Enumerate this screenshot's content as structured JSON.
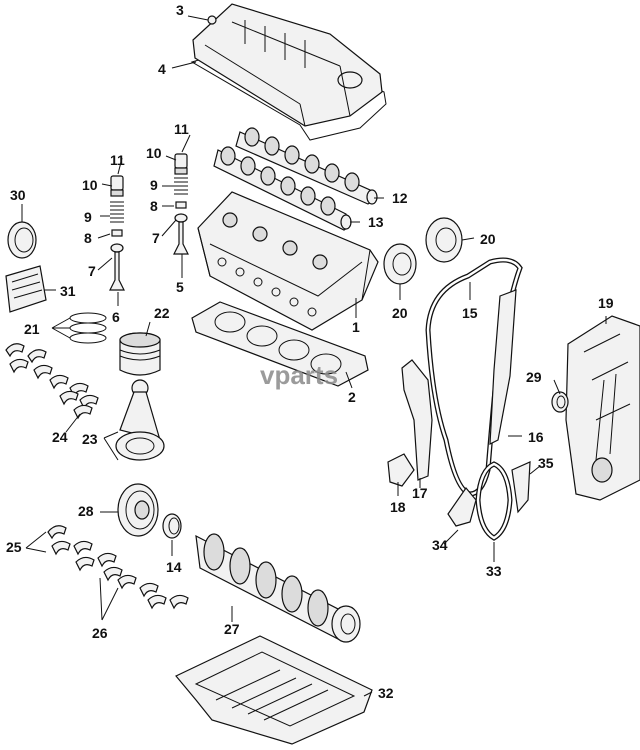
{
  "watermark": "vparts",
  "callouts": [
    {
      "id": "c3",
      "text": "3"
    },
    {
      "id": "c4",
      "text": "4"
    },
    {
      "id": "c11a",
      "text": "11"
    },
    {
      "id": "c11b",
      "text": "11"
    },
    {
      "id": "c10a",
      "text": "10"
    },
    {
      "id": "c10b",
      "text": "10"
    },
    {
      "id": "c9a",
      "text": "9"
    },
    {
      "id": "c9b",
      "text": "9"
    },
    {
      "id": "c8a",
      "text": "8"
    },
    {
      "id": "c8b",
      "text": "8"
    },
    {
      "id": "c7a",
      "text": "7"
    },
    {
      "id": "c7b",
      "text": "7"
    },
    {
      "id": "c12",
      "text": "12"
    },
    {
      "id": "c13",
      "text": "13"
    },
    {
      "id": "c30",
      "text": "30"
    },
    {
      "id": "c31",
      "text": "31"
    },
    {
      "id": "c6",
      "text": "6"
    },
    {
      "id": "c5",
      "text": "5"
    },
    {
      "id": "c20a",
      "text": "20"
    },
    {
      "id": "c20b",
      "text": "20"
    },
    {
      "id": "c15",
      "text": "15"
    },
    {
      "id": "c19",
      "text": "19"
    },
    {
      "id": "c1",
      "text": "1"
    },
    {
      "id": "c21",
      "text": "21"
    },
    {
      "id": "c22",
      "text": "22"
    },
    {
      "id": "c2",
      "text": "2"
    },
    {
      "id": "c29",
      "text": "29"
    },
    {
      "id": "c16",
      "text": "16"
    },
    {
      "id": "c24",
      "text": "24"
    },
    {
      "id": "c23",
      "text": "23"
    },
    {
      "id": "c35",
      "text": "35"
    },
    {
      "id": "c18",
      "text": "18"
    },
    {
      "id": "c17",
      "text": "17"
    },
    {
      "id": "c28",
      "text": "28"
    },
    {
      "id": "c34",
      "text": "34"
    },
    {
      "id": "c25",
      "text": "25"
    },
    {
      "id": "c14",
      "text": "14"
    },
    {
      "id": "c33",
      "text": "33"
    },
    {
      "id": "c26",
      "text": "26"
    },
    {
      "id": "c27",
      "text": "27"
    },
    {
      "id": "c32",
      "text": "32"
    }
  ]
}
